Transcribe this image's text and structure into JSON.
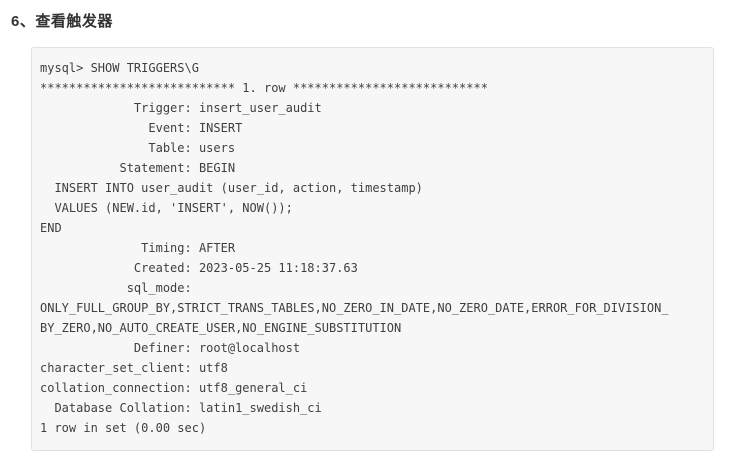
{
  "heading": {
    "text": "6、查看触发器"
  },
  "code_block": {
    "language": "mysql-console",
    "background_color": "#f7f7f7",
    "border_color": "#e1e1e1",
    "text_color": "#3c3f44",
    "lines": [
      "mysql> SHOW TRIGGERS\\G",
      "*************************** 1. row ***************************",
      "             Trigger: insert_user_audit",
      "               Event: INSERT",
      "               Table: users",
      "           Statement: BEGIN",
      "  INSERT INTO user_audit (user_id, action, timestamp)",
      "  VALUES (NEW.id, 'INSERT', NOW());",
      "END",
      "              Timing: AFTER",
      "             Created: 2023-05-25 11:18:37.63",
      "            sql_mode:",
      "ONLY_FULL_GROUP_BY,STRICT_TRANS_TABLES,NO_ZERO_IN_DATE,NO_ZERO_DATE,ERROR_FOR_DIVISION_",
      "BY_ZERO,NO_AUTO_CREATE_USER,NO_ENGINE_SUBSTITUTION",
      "             Definer: root@localhost",
      "character_set_client: utf8",
      "collation_connection: utf8_general_ci",
      "  Database Collation: latin1_swedish_ci",
      "1 row in set (0.00 sec)"
    ]
  }
}
